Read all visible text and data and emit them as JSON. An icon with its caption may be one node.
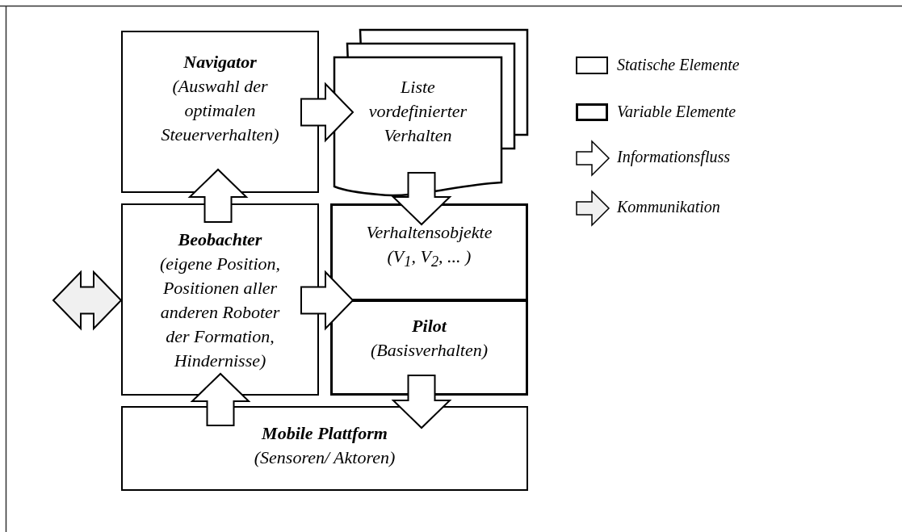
{
  "diagram": {
    "nodes": [
      {
        "text": [
          "Navigator",
          "(Auswahl der optimalen Steuerverhalten)"
        ]
      },
      {
        "text": [
          "Liste vordefinierter Verhalten"
        ]
      },
      {
        "text": [
          "Beobachter",
          "(eigene Position, Positionen aller anderen Roboter der Formation, Hindernisse)"
        ]
      },
      {
        "text": [
          "Verhaltensobjekte (V$_{1}$, V$_{2}$, ... )"
        ]
      },
      {
        "text": [
          "Pilot",
          "(Basisverhalten)"
        ]
      },
      {
        "text": [
          "Mobile Plattform",
          "(Sensoren/ Aktoren)"
        ]
      }
    ],
    "edges": [
      {
        "from": 0,
        "to": 1,
        "arrow": "to"
      },
      {
        "from": 1,
        "to": 3,
        "arrow": "to"
      },
      {
        "from": 2,
        "to": 0,
        "arrow": "to"
      },
      {
        "from": 2,
        "to": 3,
        "arrow": "to"
      },
      {
        "from": null,
        "to": 2,
        "arrow": "both",
        "color": "#f0f0f0"
      },
      {
        "from": 4,
        "to": 5,
        "arrow": "to"
      },
      {
        "from": 5,
        "to": 2,
        "arrow": "to"
      }
    ],
    "legend": [
      {
        "text": "Statische Elemente"
      },
      {
        "text": "Variable Elemente"
      },
      {
        "text": "Informationsfluss"
      },
      {
        "text": "Kommunikation"
      }
    ]
  }
}
